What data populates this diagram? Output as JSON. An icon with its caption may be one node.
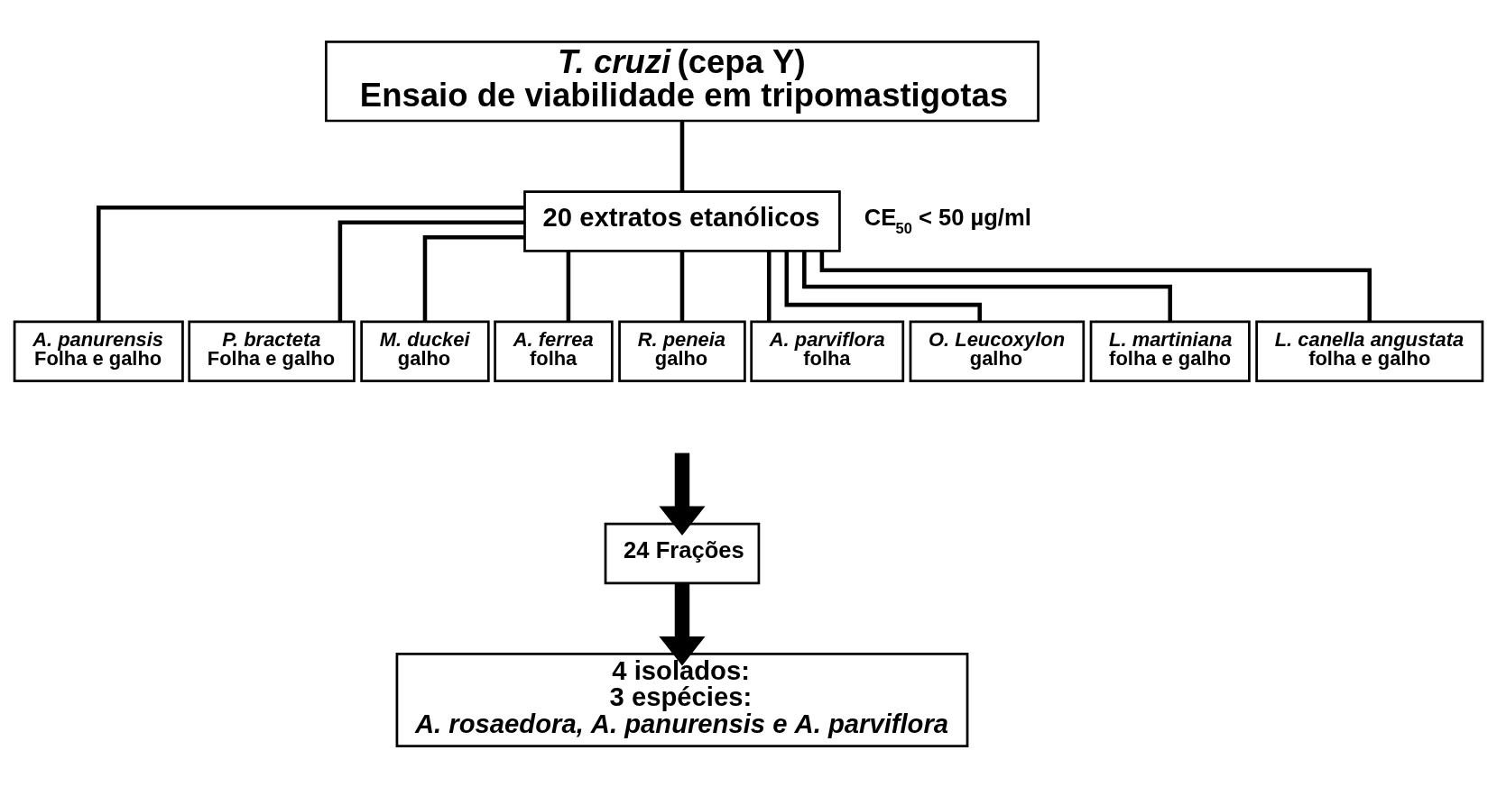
{
  "diagram": {
    "nodes": [
      {
        "text": [
          "*T. cruzi* (cepa Y)",
          "Ensaio de viabilidade em tripomastigotas"
        ]
      },
      {
        "text": [
          "20 extratos etanólicos"
        ]
      },
      {
        "text": [
          "A. panurensis",
          "Folha e galho"
        ]
      },
      {
        "text": [
          "P. bracteta",
          "Folha e galho"
        ]
      },
      {
        "text": [
          "M. duckei",
          "galho"
        ]
      },
      {
        "text": [
          "A. ferrea",
          "folha"
        ]
      },
      {
        "text": [
          "R. peneia",
          "galho"
        ]
      },
      {
        "text": [
          "A. parviflora",
          "folha"
        ]
      },
      {
        "text": [
          "O. Leucoxylon",
          "galho"
        ]
      },
      {
        "text": [
          "L. martiniana",
          "folha e galho"
        ]
      },
      {
        "text": [
          "L. canella angustata",
          "folha e galho"
        ]
      },
      {
        "text": [
          "24 Frações"
        ]
      },
      {
        "text": [
          "4 isolados:",
          "3 espécies:",
          "A. rosaedora, A. panurensis e A. parviflora"
        ]
      }
    ],
    "edges": [
      {
        "from": 0,
        "to": 1,
        "arrow": "none"
      },
      {
        "from": 1,
        "to": 2,
        "arrow": "none"
      },
      {
        "from": 1,
        "to": 3,
        "arrow": "none"
      },
      {
        "from": 1,
        "to": 4,
        "arrow": "none"
      },
      {
        "from": 1,
        "to": 5,
        "arrow": "none"
      },
      {
        "from": 1,
        "to": 6,
        "arrow": "none"
      },
      {
        "from": 1,
        "to": 7,
        "arrow": "none"
      },
      {
        "from": 1,
        "to": 8,
        "arrow": "none"
      },
      {
        "from": 1,
        "to": 9,
        "arrow": "none"
      },
      {
        "from": 1,
        "to": 10,
        "arrow": "none"
      },
      {
        "from": null,
        "to": 11,
        "arrow": "to",
        "style": "thick"
      },
      {
        "from": 11,
        "to": 12,
        "arrow": "to",
        "style": "thick"
      }
    ],
    "labels": [
      "CE$_{50}$ < 50 µg/ml"
    ]
  }
}
